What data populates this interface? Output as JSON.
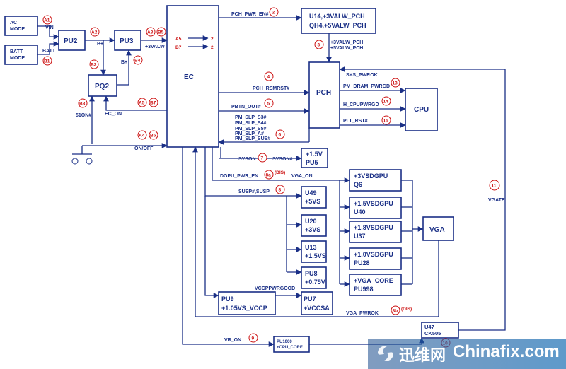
{
  "blocks": {
    "ac_mode": "AC MODE",
    "batt_mode": "BATT MODE",
    "pu2": "PU2",
    "pu3": "PU3",
    "pq2": "PQ2",
    "ec": "EC",
    "u14": "U14,+3VALW_PCH",
    "qh4": "QH4,+5VALW_PCH",
    "pch": "PCH",
    "cpu": "CPU",
    "pu5_v": "+1.5V",
    "pu5": "PU5",
    "q6_v": "+3VSDGPU",
    "q6": "Q6",
    "u40_v": "+1.5VSDGPU",
    "u40": "U40",
    "u37_v": "+1.8VSDGPU",
    "u37": "U37",
    "vga": "VGA",
    "pu28_v": "+1.0VSDGPU",
    "pu28": "PU28",
    "pu998_v": "+VGA_CORE",
    "pu998": "PU998",
    "u49": "U49",
    "u49_v": "+5VS",
    "u20": "U20",
    "u20_v": "+3VS",
    "u13": "U13",
    "u13_v": "+1.5VS",
    "pu8": "PU8",
    "pu8_v": "+0.75V",
    "pu9": "PU9",
    "pu9_v": "+1.05VS_VCCP",
    "pu7": "PU7",
    "pu7_v": "+VCCSA",
    "u47": "U47",
    "ck505": "CK505",
    "pu1000": "PU1000",
    "pu1000_v": "+CPU_CORE"
  },
  "signals": {
    "vin": "VIN",
    "batt": "BATT",
    "bplus_1": "B+",
    "bplus_2": "B+",
    "v3valw": "+3VALW",
    "a5": "A5",
    "b7": "B7",
    "a5_val": "2",
    "b7_val": "2",
    "s51on": "51ON#",
    "ec_on": "EC_ON",
    "on_off": "ON/OFF",
    "pch_pwr_en": "PCH_PWR_EN#",
    "v3valw_pch": "+3VALW_PCH",
    "v5valw_pch": "+5VALW_PCH",
    "sys_pwrok": "SYS_PWROK",
    "pch_rsmrst": "PCH_RSMRST#",
    "pm_dram_pwrgd": "PM_DRAM_PWRGD",
    "pbtn_out": "PBTN_OUT#",
    "h_cpupwrgd": "H_CPUPWRGD",
    "pm_slp_s3": "PM_SLP_S3#",
    "pm_slp_s4": "PM_SLP_S4#",
    "pm_slp_s5": "PM_SLP_S5#",
    "pm_slp_a": "PM_SLP_A#",
    "pm_slp_sus": "PM_SLP_SUS#",
    "plt_rst": "PLT_RST#",
    "syson_l": "SYSON",
    "syson_r": "SYSON#",
    "dgpu_pwr_en": "DGPU_PWR_EN",
    "vga_on": "VGA_ON",
    "susp": "SUSP#,SUSP",
    "vgate": "VGATE",
    "vccppwrgood": "VCCPPWRGOOD",
    "vga_pwrok": "VGA_PWROK",
    "vr_on": "VR_ON"
  },
  "markers": {
    "m_a1": "A1",
    "m_b1": "B1",
    "m_a2": "A2",
    "m_a3": "A3",
    "m_b5": "B5",
    "m_b2": "B2",
    "m_b4": "B4",
    "m_b3": "B3",
    "m_a5": "A5",
    "m_b7": "B7",
    "m_a4": "A4",
    "m_b6": "B6",
    "m_2": "2",
    "m_3": "3",
    "m_4": "4",
    "m_5": "5",
    "m_6": "6",
    "m_7": "7",
    "m_8a": "8a",
    "m_8": "8",
    "m_8b": "8b",
    "m_9": "9",
    "m_10": "10",
    "m_11": "11",
    "m_13": "13",
    "m_14": "14",
    "m_15": "15",
    "dis_1": "(DIS)",
    "dis_2": "(DIS)"
  },
  "watermark": {
    "logo_icon": "chinafix-logo-icon",
    "cn_text": "迅维网",
    "en_text": "Chinafix.com"
  },
  "colors": {
    "ink": "#1a2f86",
    "marker": "#cc1111"
  }
}
